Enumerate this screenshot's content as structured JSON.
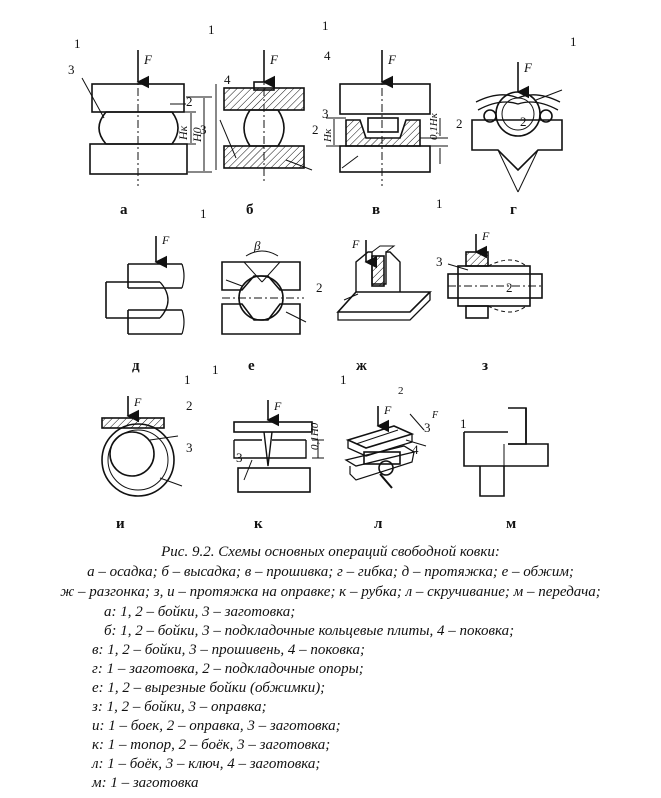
{
  "panel_labels": [
    "а",
    "б",
    "в",
    "г",
    "д",
    "е",
    "ж",
    "з",
    "и",
    "к",
    "л",
    "м"
  ],
  "force_label": "F",
  "part_numbers": [
    "1",
    "2",
    "3",
    "4"
  ],
  "dim_labels": {
    "hk": "Hк",
    "h0": "H0",
    "ratio_b": "0,1Hк",
    "ratio_k": "0,1H0",
    "beta": "β"
  },
  "caption": {
    "title": "Рис. 9.2. Схемы основных операций свободной ковки:",
    "line1": "а – осадка; б – высадка; в – прошивка; г – гибка; д – протяжка; е – обжим;",
    "line2": "ж – разгонка; з, и – протяжка на оправке; к – рубка; л – скручивание; м – передача;"
  },
  "legend": [
    "а: 1, 2 – бойки, 3 – заготовка;",
    "б: 1, 2 – бойки, 3 – подкладочные кольцевые плиты, 4 – поковка;",
    "в: 1, 2 – бойки, 3 – прошивень, 4 – поковка;",
    "г: 1 – заготовка, 2 – подкладочные опоры;",
    "е: 1, 2 – вырезные бойки (обжимки);",
    "з: 1, 2 – бойки, 3 – оправка;",
    "и: 1 – боек, 2 – оправка, 3 – заготовка;",
    "к: 1 – топор, 2 – боёк, 3 – заготовка;",
    "л: 1 – боёк, 3 – ключ, 4 – заготовка;",
    "м: 1 – заготовка"
  ]
}
